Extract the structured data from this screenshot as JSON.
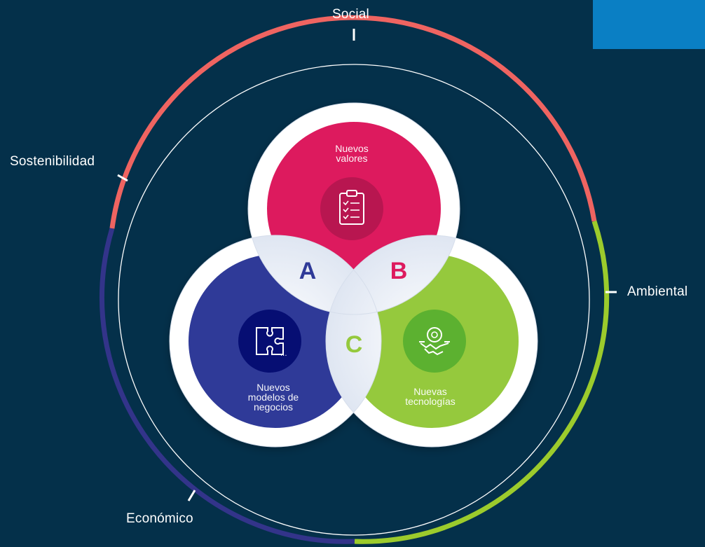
{
  "pillars": {
    "social": "Social",
    "sustainability": "Sostenibilidad",
    "environmental": "Ambiental",
    "economic": "Económico"
  },
  "circles": {
    "values": {
      "line1": "Nuevos",
      "line2": "valores",
      "icon": "clipboard-checklist-icon"
    },
    "models": {
      "line1": "Nuevos",
      "line2": "modelos de",
      "line3": "negocios",
      "icon": "puzzle-icon"
    },
    "tech": {
      "line1": "Nuevas",
      "line2": "tecnologías",
      "icon": "gear-handshake-icon"
    }
  },
  "intersections": {
    "a": "A",
    "b": "B",
    "c": "C"
  },
  "colors": {
    "background": "#04304a",
    "social": "#ef6461",
    "economic": "#33348a",
    "environmental": "#9ccb2c",
    "values_circle": "#dd1a5e",
    "models_circle": "#2f3a98",
    "tech_circle": "#95c93d",
    "corner_tab": "#0a7fc4"
  }
}
